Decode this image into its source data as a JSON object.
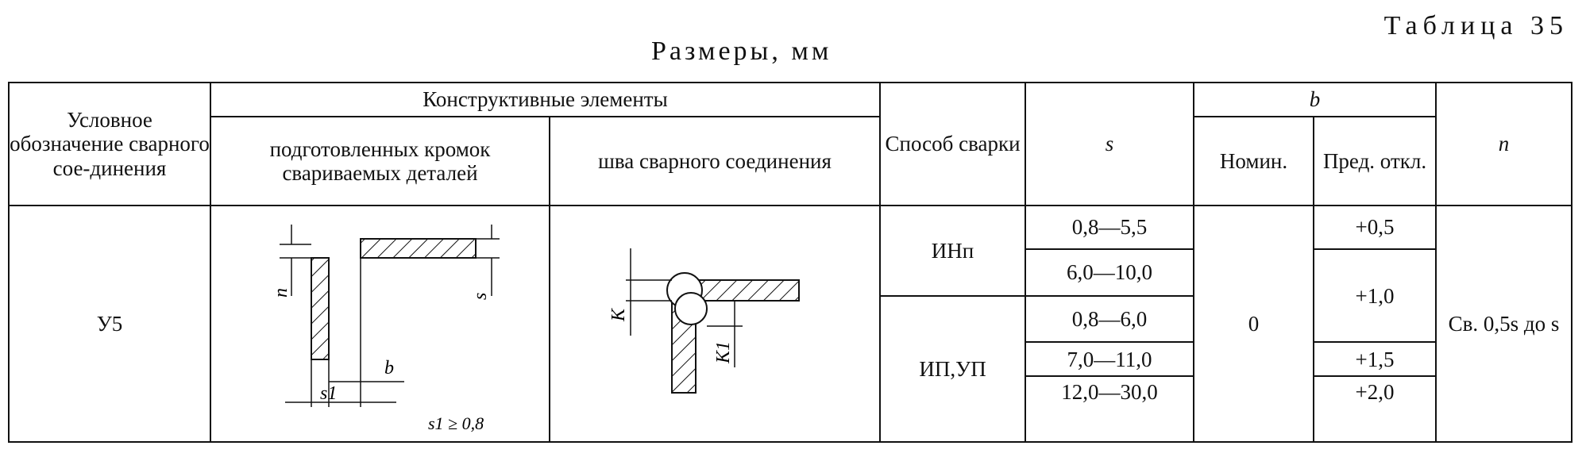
{
  "header": {
    "table_number": "Таблица 35",
    "caption": "Размеры, мм"
  },
  "columns": {
    "designation": "Условное обозначение сварного сое-динения",
    "structural_elements": "Конструктивные элементы",
    "prepared_edges": "подготовленных кромок свариваемых деталей",
    "weld": "шва сварного соединения",
    "method": "Способ сварки",
    "s": "s",
    "b": "b",
    "b_nominal": "Номин.",
    "b_tolerance": "Пред. откл.",
    "n": "n"
  },
  "row": {
    "designation": "У5",
    "nominal_b": "0",
    "n_value": "Св. 0,5s до s",
    "methods": [
      {
        "name": "ИНп"
      },
      {
        "name": "ИП,УП"
      }
    ],
    "s_ranges": [
      "0,8—5,5",
      "6,0—10,0",
      "0,8—6,0",
      "7,0—11,0",
      "12,0—30,0"
    ],
    "tolerances": [
      "+0,5",
      "+1,0",
      "+1,5",
      "+2,0"
    ]
  },
  "figures": {
    "edges": {
      "label_n": "n",
      "label_s": "s",
      "label_b": "b",
      "label_s1": "s1",
      "condition": "s1 ≥ 0,8"
    },
    "weld": {
      "label_k": "K",
      "label_k1": "K1"
    }
  }
}
